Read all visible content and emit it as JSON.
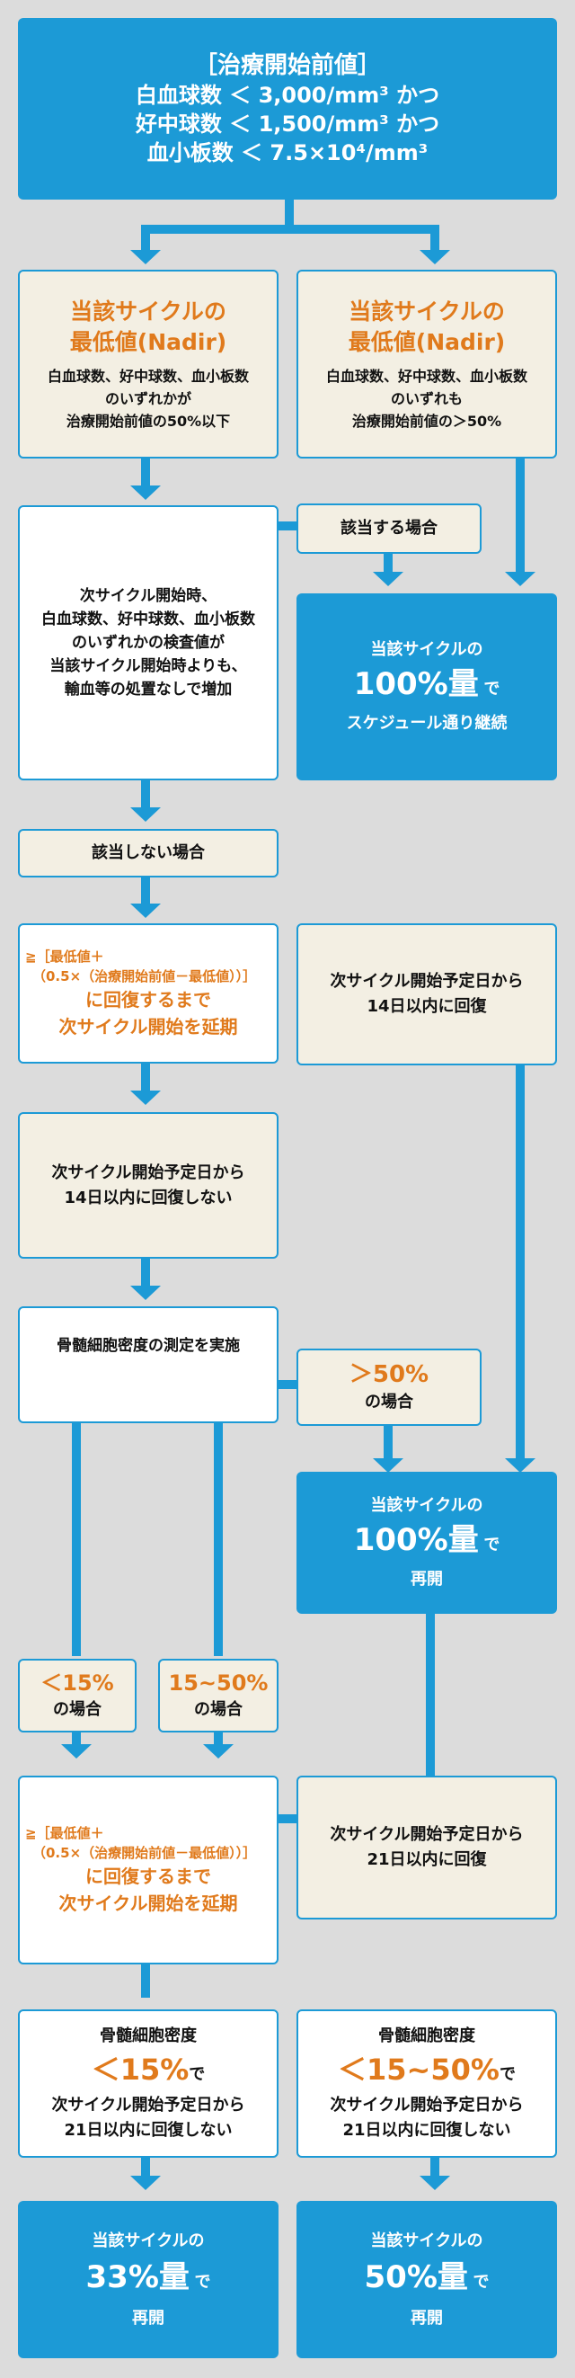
{
  "top": {
    "title": "［治療開始前値］",
    "lines": [
      "白血球数 ＜ 3,000/mm³ かつ",
      "好中球数 ＜ 1,500/mm³ かつ",
      "血小板数 ＜ 7.5×10⁴/mm³"
    ]
  },
  "left_nadir": {
    "title1": "当該サイクルの",
    "title2": "最低値(Nadir)",
    "body": [
      "白血球数、好中球数、血小板数",
      "のいずれかが",
      "治療開始前値の50%以下"
    ]
  },
  "right_nadir": {
    "title1": "当該サイクルの",
    "title2": "最低値(Nadir)",
    "body": [
      "白血球数、好中球数、血小板数",
      "のいずれも",
      "治療開始前値の＞50%"
    ]
  },
  "check_box": {
    "lines": [
      "次サイクル開始時、",
      "白血球数、好中球数、血小板数",
      "のいずれかの検査値が",
      "当該サイクル開始時よりも、",
      "輸血等の処置なしで増加"
    ]
  },
  "applicable": "該当する場合",
  "result_100_continue": {
    "l1": "当該サイクルの",
    "pct": "100%",
    "unit": "量",
    "de": "で",
    "l3": "スケジュール通り継続"
  },
  "not_applicable": "該当しない場合",
  "delay1": {
    "f1": "≧［最低値＋",
    "f2": "（0.5×（治療開始前値－最低値））］",
    "l1": "に回復するまで",
    "l2": "次サイクル開始を延期"
  },
  "recover14": {
    "l1": "次サイクル開始予定日から",
    "l2": "14日以内に回復"
  },
  "not_recover14": {
    "l1": "次サイクル開始予定日から",
    "l2": "14日以内に回復しない"
  },
  "bm_measure": "骨髄細胞密度の測定を実施",
  "gt50": {
    "v": "＞50%",
    "l": "の場合"
  },
  "result_100_restart": {
    "l1": "当該サイクルの",
    "pct": "100%",
    "unit": "量",
    "de": "で",
    "l3": "再開"
  },
  "lt15": {
    "v": "＜15%",
    "l": "の場合"
  },
  "r15_50": {
    "v": "15~50%",
    "l": "の場合"
  },
  "delay2": {
    "f1": "≧［最低値＋",
    "f2": "（0.5×（治療開始前値－最低値））］",
    "l1": "に回復するまで",
    "l2": "次サイクル開始を延期"
  },
  "recover21": {
    "l1": "次サイクル開始予定日から",
    "l2": "21日以内に回復"
  },
  "bm_lt15": {
    "t": "骨髄細胞密度",
    "v": "＜15%",
    "de": "で",
    "l1": "次サイクル開始予定日から",
    "l2": "21日以内に回復しない"
  },
  "bm_15_50": {
    "t": "骨髄細胞密度",
    "v": "＜15~50%",
    "de": "で",
    "l1": "次サイクル開始予定日から",
    "l2": "21日以内に回復しない"
  },
  "result_33": {
    "l1": "当該サイクルの",
    "pct": "33%",
    "unit": "量",
    "de": "で",
    "l3": "再開"
  },
  "result_50": {
    "l1": "当該サイクルの",
    "pct": "50%",
    "unit": "量",
    "de": "で",
    "l3": "再開"
  }
}
